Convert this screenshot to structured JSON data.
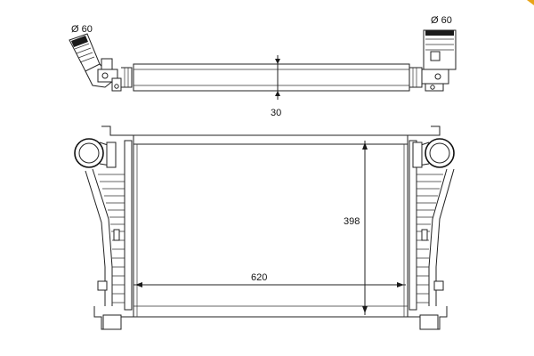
{
  "dimensions": {
    "top_left_diameter": "Ø 60",
    "top_right_diameter": "Ø 60",
    "depth": "30",
    "width": "620",
    "height": "398"
  },
  "colors": {
    "line": "#222222",
    "accent": "#e8a317"
  }
}
